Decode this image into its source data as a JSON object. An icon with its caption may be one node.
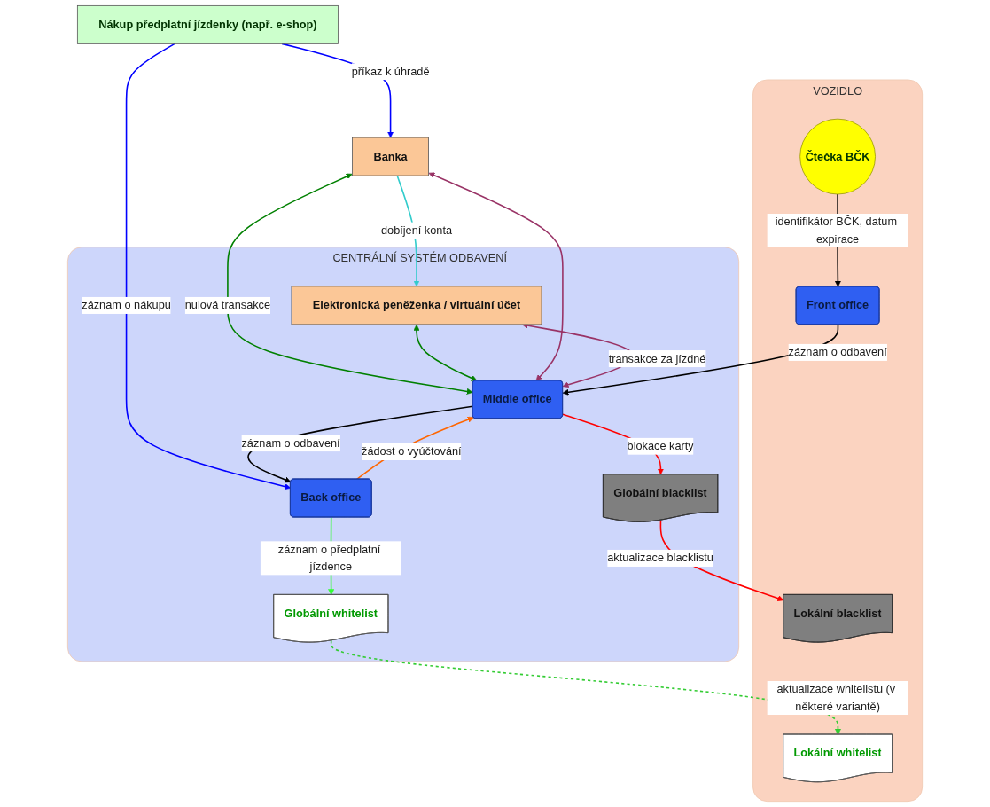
{
  "diagram": {
    "nodes": [
      {
        "text": [
          "VOZIDLO"
        ]
      },
      {
        "text": [
          "Čtečka BČK"
        ],
        "in": 0
      },
      {
        "text": [
          "Front office"
        ],
        "in": 0
      },
      {
        "text": [
          "Lokální blacklist"
        ],
        "in": 0
      },
      {
        "text": [
          "Lokální whitelist"
        ],
        "in": 0
      },
      {
        "text": [
          "CENTRÁLNÍ SYSTÉM ODBAVENÍ"
        ]
      },
      {
        "text": [
          "Banka"
        ]
      },
      {
        "text": [
          "Nákup předplatní jízdenky (např. e-shop)"
        ]
      },
      {
        "text": [
          "Elektronická peněženka / virtuální účet"
        ],
        "in": 5
      },
      {
        "text": [
          "Middle office"
        ],
        "in": 5
      },
      {
        "text": [
          "Back office"
        ],
        "in": 5
      },
      {
        "text": [
          "Globální blacklist"
        ],
        "in": 5
      },
      {
        "text": [
          "Globální whitelist"
        ],
        "in": 5
      }
    ],
    "edges": [
      {
        "from": 1,
        "to": 2,
        "arrow": "to",
        "label": "identifikátor BČK, datum expirace"
      },
      {
        "from": 2,
        "to": 9,
        "arrow": "to",
        "label": "záznam o odbavení"
      },
      {
        "from": 7,
        "to": 6,
        "arrow": "to",
        "label": "příkaz k úhradě",
        "color": "#0000ff"
      },
      {
        "from": 6,
        "to": 8,
        "arrow": "to",
        "label": "dobíjení konta",
        "color": "#33cccc"
      },
      {
        "from": 9,
        "to": 6,
        "arrow": "both",
        "label": "nulová transakce",
        "color": "#008000"
      },
      {
        "from": 9,
        "to": 8,
        "arrow": "both",
        "color": "#008000"
      },
      {
        "from": 9,
        "to": 6,
        "arrow": "both",
        "color": "#993366"
      },
      {
        "from": 9,
        "to": 8,
        "arrow": "both",
        "label": "transakce za jízdné",
        "color": "#993366"
      },
      {
        "from": 7,
        "to": 10,
        "arrow": "to",
        "label": "záznam o nákupu",
        "color": "#0000ff"
      },
      {
        "from": 9,
        "to": 10,
        "arrow": "to",
        "label": "záznam o odbavení"
      },
      {
        "from": 10,
        "to": 9,
        "arrow": "to",
        "label": "žádost o vyúčtování",
        "color": "#ff6600"
      },
      {
        "from": 9,
        "to": 11,
        "arrow": "to",
        "label": "blokace karty",
        "color": "#ff0000"
      },
      {
        "from": 11,
        "to": 3,
        "arrow": "to",
        "label": "aktualizace blacklistu",
        "color": "#ff0000"
      },
      {
        "from": 10,
        "to": 12,
        "arrow": "to",
        "label": "záznam o předplatní jízdence",
        "color": "#33ff33"
      },
      {
        "from": 12,
        "to": 4,
        "arrow": "to",
        "label": "aktualizace whitelistu (v některé variantě)",
        "style": "dashed",
        "color": "#33cc33"
      }
    ]
  }
}
